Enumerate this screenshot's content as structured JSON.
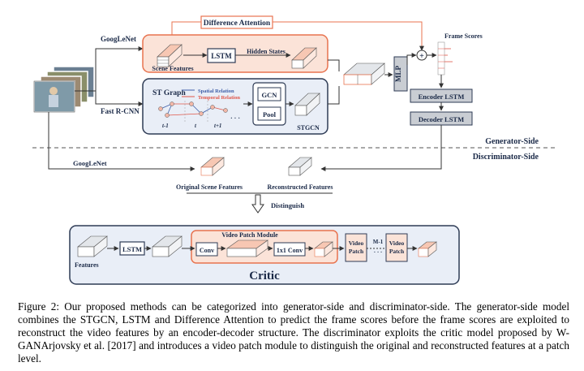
{
  "generator": {
    "difference_attention": "Difference Attention",
    "googlenet_label": "GoogLeNet",
    "fast_rcnn_label": "Fast R-CNN",
    "scene_features": "Scene Features",
    "lstm": "LSTM",
    "hidden_states": "Hidden States",
    "st_graph": "ST Graph",
    "spatial_relation": "Spatial Relation",
    "temporal_relation": "Temporal Relation",
    "t_minus_1": "t-1",
    "t": "t",
    "t_plus_1": "t+1",
    "ellipsis": "· · ·",
    "gcn": "GCN",
    "pool": "Pool",
    "stgcn": "STGCN",
    "mlp": "MLP",
    "plus": "+",
    "frame_scores": "Frame Scores",
    "encoder_lstm": "Encoder LSTM",
    "decoder_lstm": "Decoder LSTM"
  },
  "sides": {
    "generator_side": "Generator-Side",
    "discriminator_side": "Discriminator-Side"
  },
  "discriminator": {
    "googlenet_label": "GoogLeNet",
    "original_scene_features": "Original Scene Features",
    "reconstructed_features": "Reconstructed Features",
    "distinguish": "Distinguish"
  },
  "critic": {
    "title": "Critic",
    "features": "Features",
    "lstm": "LSTM",
    "video_patch_module": "Video Patch Module",
    "conv": "Conv",
    "conv1x1": "1x1 Conv",
    "video_patch_1": "Video Patch",
    "video_patch_2": "Video Patch",
    "m_minus_1": "M-1",
    "dots": "· · ·"
  },
  "caption": "Figure 2: Our proposed methods can be categorized into generator-side and discriminator-side. The generator-side model combines the STGCN, LSTM and Difference Attention to predict the frame scores before the frame scores are exploited to reconstruct the video features by an encoder-decoder structure. The discriminator exploits the critic model proposed by W-GANArjovsky et al. [2017] and introduces a video patch module to distinguish the original and reconstructed features at a patch level.",
  "colors": {
    "orange_border": "#e8734f",
    "orange_fill": "#fbe3d8",
    "blue_border": "#2e3b55",
    "blue_fill": "#e9eef7",
    "gray_box": "#c9cdd3",
    "red_relation": "#e0574a",
    "blue_relation": "#3e5ea8"
  }
}
